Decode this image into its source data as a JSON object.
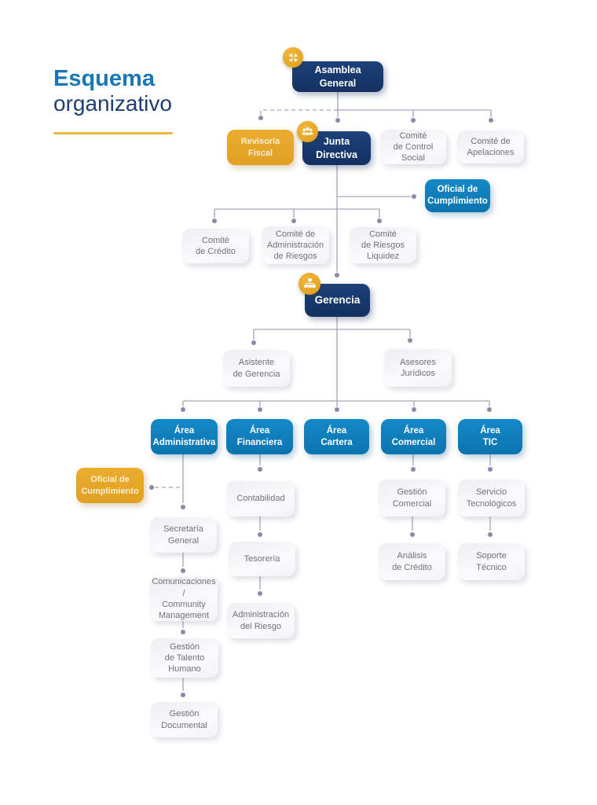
{
  "title": {
    "line1": "Esquema",
    "line2": "organizativo"
  },
  "colors": {
    "navy": "#17386F",
    "blue": "#0F84C1",
    "orange": "#E9A82B",
    "line": "#A7A2BD",
    "dot": "#8E89A6",
    "title_blue": "#1778B3",
    "title_navy": "#1D3D6E",
    "underline": "#ECB73C",
    "gray_text": "#6D7178"
  },
  "icons": {
    "asamblea": "meeting-arrows-icon",
    "junta": "board-people-icon",
    "gerencia": "org-chart-icon"
  },
  "nodes": {
    "asamblea_general": {
      "label": "Asamblea\nGeneral"
    },
    "revisoria_fiscal": {
      "label": "Revisoría\nFiscal"
    },
    "junta_directiva": {
      "label": "Junta\nDirectiva"
    },
    "comite_control_social": {
      "label": "Comité\nde Control\nSocial"
    },
    "comite_apelaciones": {
      "label": "Comité de\nApelaciones"
    },
    "oficial_cumplimiento_junta": {
      "label": "Oficial de\nCumplimiento"
    },
    "comite_credito": {
      "label": "Comité\nde Crédito"
    },
    "comite_administracion_riesgos": {
      "label": "Comité de\nAdministración\nde Riesgos"
    },
    "comite_riesgos_liquidez": {
      "label": "Comité\nde Riesgos\nLiquidez"
    },
    "gerencia": {
      "label": "Gerencia"
    },
    "asistente_gerencia": {
      "label": "Asistente\nde Gerencia"
    },
    "asesores_juridicos": {
      "label": "Asesores\nJurídicos"
    },
    "area_administrativa": {
      "label": "Área\nAdministrativa"
    },
    "area_financiera": {
      "label": "Área\nFinanciera"
    },
    "area_cartera": {
      "label": "Área\nCartera"
    },
    "area_comercial": {
      "label": "Área\nComercial"
    },
    "area_tic": {
      "label": "Área\nTIC"
    },
    "oficial_cumplimiento_area": {
      "label": "Oficial de\nCumplimiento"
    },
    "secretaria_general": {
      "label": "Secretaría\nGeneral"
    },
    "comunicaciones_community": {
      "label": "Comunicaciones /\nCommunity\nManagement"
    },
    "gestion_talento_humano": {
      "label": "Gestión\nde Talento\nHumano"
    },
    "gestion_documental": {
      "label": "Gestión\nDocumental"
    },
    "contabilidad": {
      "label": "Contabilidad"
    },
    "tesoreria": {
      "label": "Tesorería"
    },
    "administracion_riesgo": {
      "label": "Administración\ndel Riesgo"
    },
    "gestion_comercial": {
      "label": "Gestión\nComercial"
    },
    "analisis_credito": {
      "label": "Análisis\nde Crédito"
    },
    "servicio_tecnologicos": {
      "label": "Servicio\nTecnológicos"
    },
    "soporte_tecnico": {
      "label": "Soporte\nTécnico"
    }
  }
}
